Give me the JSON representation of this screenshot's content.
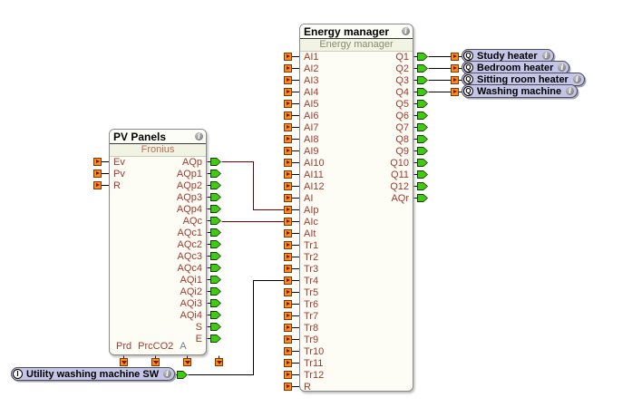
{
  "colors": {
    "wire": "#000000",
    "wire_analog": "#7a0000",
    "block_bg": "#fdfdf5",
    "block_border": "#8a8a8a",
    "titlebar_bg": "#fdfdf8",
    "subtitle_band_bg": "#f1f4e3",
    "pv_subtitle_text": "#bb6a52",
    "em_subtitle_text": "#8a8a6e",
    "port_text": "#a03a30",
    "port_text_muted": "#6e7e8e",
    "input_connector": "#ff8c19",
    "input_connector_border": "#7a3a00",
    "input_connector_arrow": "#7a1400",
    "output_connector": "#3fcb10",
    "output_connector_border": "#143c00",
    "label_pill_bg": "#c5c5e8",
    "label_pill_border": "#4f4f5c",
    "info_icon_bg": "#8e8e8e",
    "info_icon_text": "#ffffff",
    "port_circle_bg": "#ffffff",
    "port_circle_border": "#000000"
  },
  "icons": {
    "info_glyph": "i"
  },
  "blocks": [
    {
      "id": "pv",
      "title": "PV Panels",
      "subtitle": "Fronius",
      "inputs": [
        "Ev",
        "Pv",
        "R"
      ],
      "outputs": [
        "AQp",
        "AQp1",
        "AQp2",
        "AQp3",
        "AQp4",
        "AQc",
        "AQc1",
        "AQc2",
        "AQc3",
        "AQc4",
        "AQi1",
        "AQi2",
        "AQi3",
        "AQi4",
        "S",
        "E"
      ],
      "bottom_ports": [
        {
          "label": "Prd",
          "muted": false
        },
        {
          "label": "PrcCO2",
          "muted": false
        },
        {
          "label": "A",
          "muted": true
        }
      ],
      "bottom_connector_count": 4
    },
    {
      "id": "em",
      "title": "Energy manager",
      "subtitle": "Energy manager",
      "inputs": [
        "AI1",
        "AI2",
        "AI3",
        "AI4",
        "AI5",
        "AI6",
        "AI7",
        "AI8",
        "AI9",
        "AI10",
        "AI11",
        "AI12",
        "AI",
        "AIp",
        "AIc",
        "AIt",
        "Tr1",
        "Tr2",
        "Tr3",
        "Tr4",
        "Tr5",
        "Tr6",
        "Tr7",
        "Tr8",
        "Tr9",
        "Tr10",
        "Tr11",
        "Tr12",
        "R"
      ],
      "outputs": [
        "Q1",
        "Q2",
        "Q3",
        "Q4",
        "Q5",
        "Q6",
        "Q7",
        "Q8",
        "Q9",
        "Q10",
        "Q11",
        "Q12",
        "AQr"
      ]
    }
  ],
  "output_labels": [
    {
      "letter": "Q",
      "text": "Study heater"
    },
    {
      "letter": "Q",
      "text": "Bedroom heater"
    },
    {
      "letter": "Q",
      "text": "Sitting room heater"
    },
    {
      "letter": "Q",
      "text": "Washing machine"
    }
  ],
  "input_labels": [
    {
      "letter": "I",
      "text": "Utility washing machine SW"
    }
  ],
  "connections": [
    {
      "from": "pv.AQp",
      "to": "em.AIp",
      "type": "analog"
    },
    {
      "from": "pv.AQc",
      "to": "em.AIc",
      "type": "analog"
    },
    {
      "from": "ilabel.0",
      "to": "em.Tr4",
      "type": "digital"
    },
    {
      "from": "em.Q1",
      "to": "olabel.0",
      "type": "digital"
    },
    {
      "from": "em.Q2",
      "to": "olabel.1",
      "type": "digital"
    },
    {
      "from": "em.Q3",
      "to": "olabel.2",
      "type": "digital"
    },
    {
      "from": "em.Q4",
      "to": "olabel.3",
      "type": "digital"
    }
  ]
}
